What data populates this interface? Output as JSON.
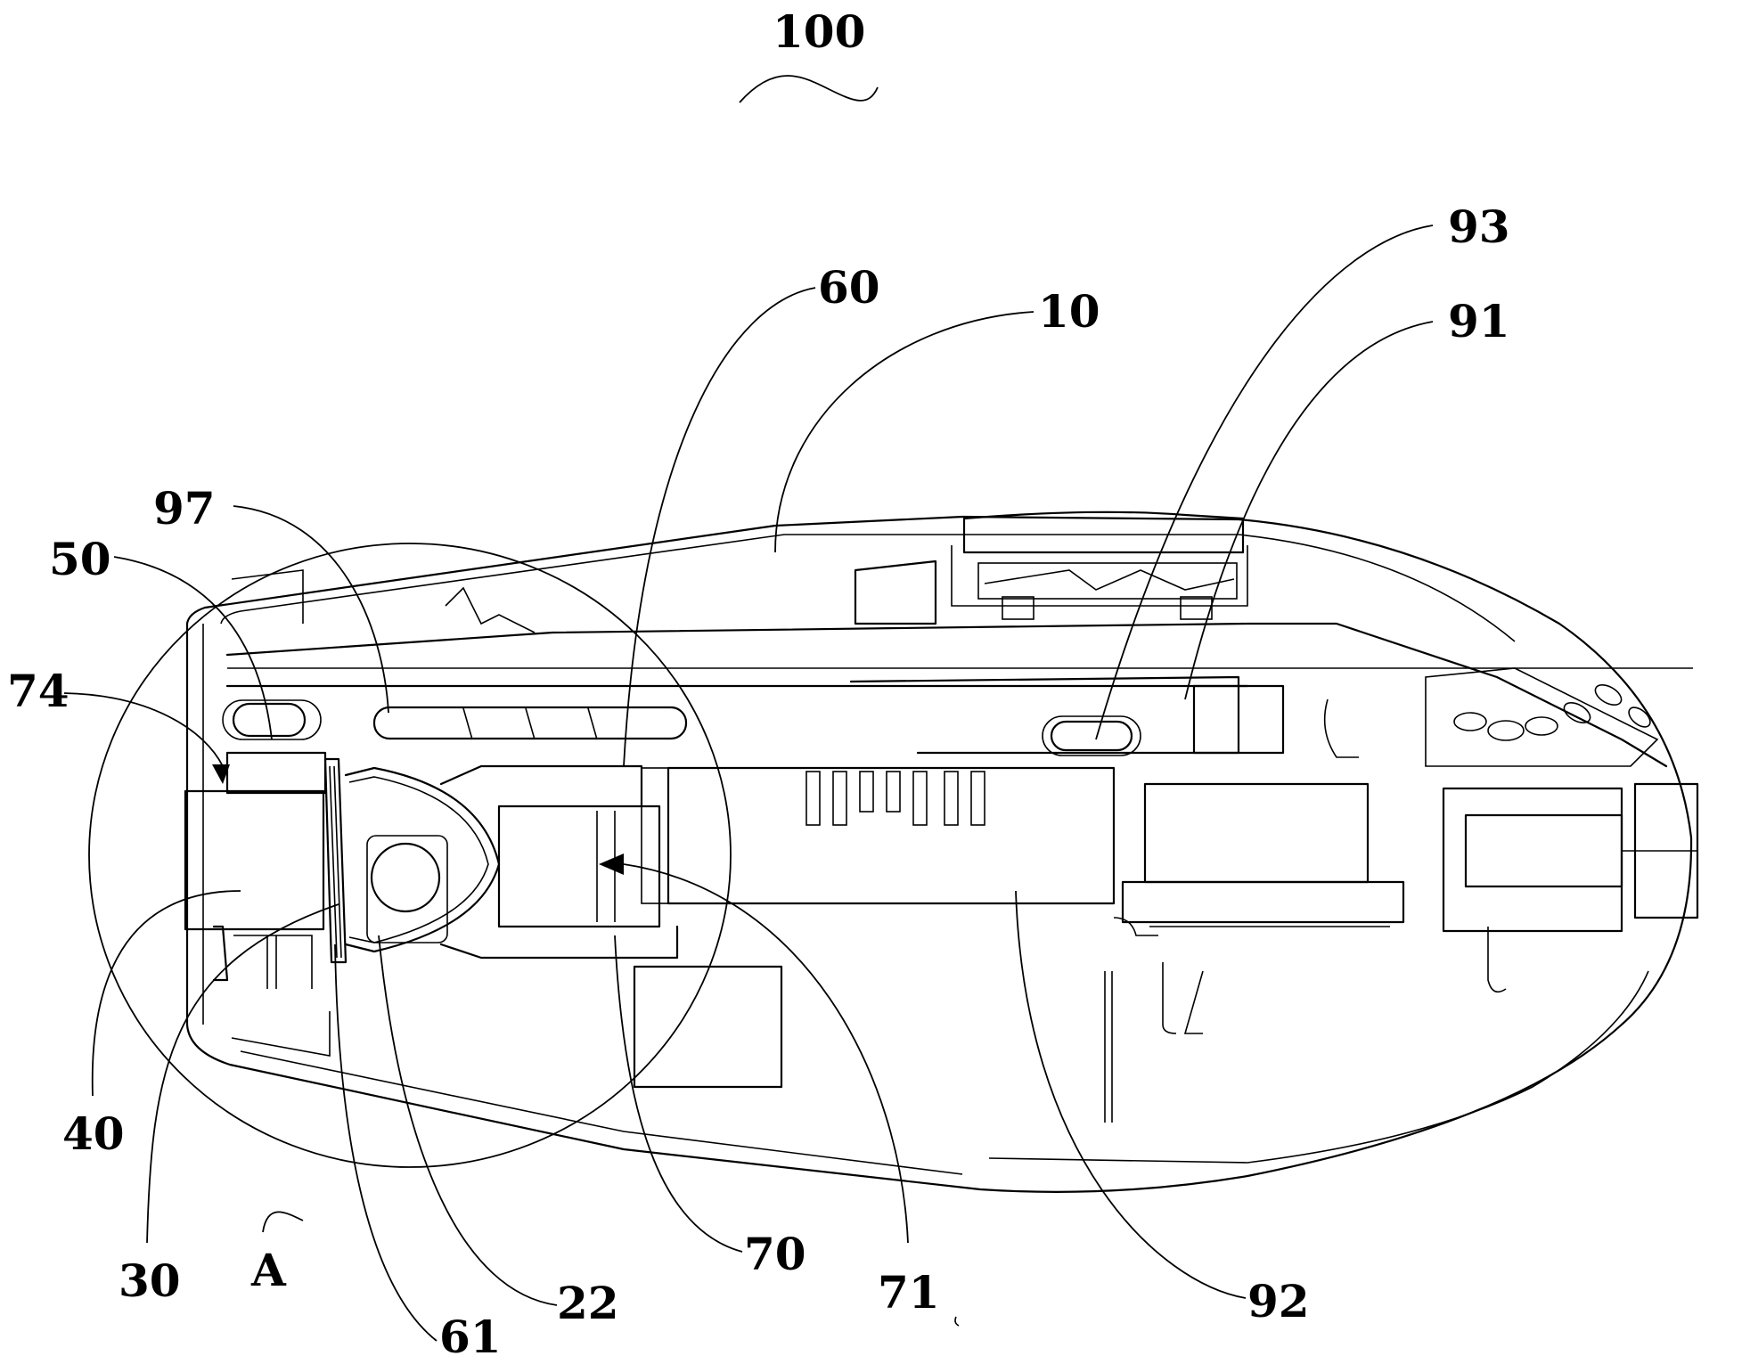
{
  "figure": {
    "type": "patent-cross-section-drawing",
    "assembly_ref": "100",
    "detail_view_ref": "A"
  },
  "labels": {
    "assembly": "100",
    "r93": "93",
    "r91": "91",
    "r60": "60",
    "r10": "10",
    "r97": "97",
    "r50": "50",
    "r74": "74",
    "r40": "40",
    "r30": "30",
    "rA": "A",
    "r61": "61",
    "r22": "22",
    "r70": "70",
    "r71": "71",
    "r92": "92"
  },
  "colors": {
    "line": "#000000",
    "background": "#ffffff"
  }
}
